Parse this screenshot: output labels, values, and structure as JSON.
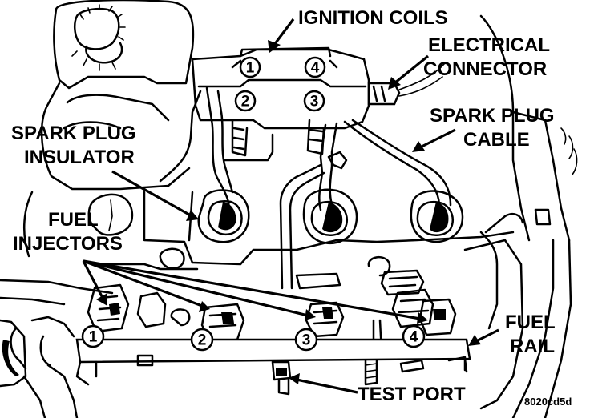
{
  "labels": {
    "ignition_coils": "IGNITION COILS",
    "electrical_connector_1": "ELECTRICAL",
    "electrical_connector_2": "CONNECTOR",
    "spark_plug_cable_1": "SPARK PLUG",
    "spark_plug_cable_2": "CABLE",
    "spark_plug_insulator_1": "SPARK PLUG",
    "spark_plug_insulator_2": "INSULATOR",
    "fuel_injectors_1": "FUEL",
    "fuel_injectors_2": "INJECTORS",
    "fuel_rail_1": "FUEL",
    "fuel_rail_2": "RAIL",
    "test_port": "TEST PORT",
    "figure_code": "8020cd5d"
  },
  "coil_numbers": [
    "1",
    "2",
    "3",
    "4"
  ],
  "injector_numbers": [
    "1",
    "2",
    "3",
    "4"
  ]
}
